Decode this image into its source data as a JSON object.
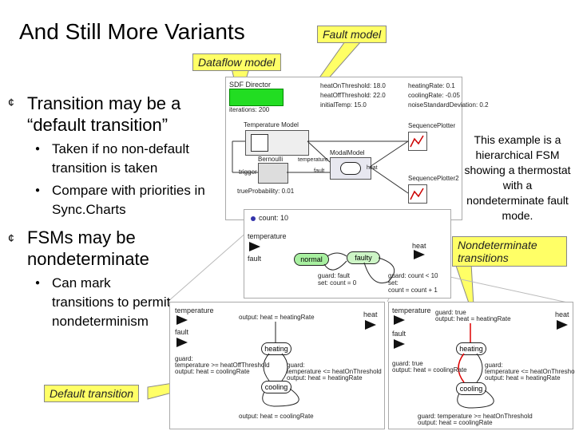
{
  "slide": {
    "title": "And Still More Variants",
    "callout_fault": "Fault model",
    "callout_dataflow": "Dataflow model",
    "callout_default": "Default transition",
    "callout_nondet": "Nondeterminate transitions",
    "bullets": [
      {
        "text": "Transition may be a “default transition”"
      },
      {
        "text": "FSMs may be nondeterminate"
      }
    ],
    "sub1": [
      "Taken if no non-default transition is taken",
      "Compare with priorities in Sync.Charts"
    ],
    "sub2": [
      "Can mark transitions to permit nondeterminism"
    ],
    "right_note": "This example is a hierarchical FSM showing a thermostat with a nondeterminate fault mode."
  },
  "dataflow": {
    "director": "SDF Director",
    "iterations": "iterations: 200",
    "params": [
      "heatOnThreshold: 18.0",
      "heatOffThreshold: 22.0",
      "initialTemp: 15.0",
      "heatingRate: 0.1",
      "coolingRate: -0.05",
      "noiseStandardDeviation: 0.2"
    ],
    "temperature_model": "Temperature Model",
    "bernoulli": "Bernoulli",
    "true_prob": "trueProbability: 0.01",
    "trigger": "trigger",
    "modal_model": "ModalModel",
    "seq1": "SequencePlotter",
    "seq2": "SequencePlotter2",
    "temperature": "temperature",
    "fault": "fault",
    "heat": "heat"
  },
  "fsm_mid": {
    "count": "count: 10",
    "temperature": "temperature",
    "fault": "fault",
    "heat": "heat",
    "normal": "normal",
    "faulty": "faulty",
    "guard1": "guard: fault",
    "set1": "set: count = 0",
    "guard2": "guard: count < 10",
    "set2": "set:",
    "set2b": "count = count + 1"
  },
  "fsm_left": {
    "temperature": "temperature",
    "fault": "fault",
    "heat": "heat",
    "out1": "output: heat = heatingRate",
    "heating": "heating",
    "cooling": "cooling",
    "guard1": "guard:",
    "guard1b": "temperature >= heatOffThreshold",
    "guard1c": "output: heat = coolingRate",
    "guard2": "guard:",
    "guard2b": "temperature <= heatOnThreshold",
    "guard2c": "output: heat = heatingRate",
    "out2": "output: heat = coolingRate"
  },
  "fsm_right": {
    "temperature": "temperature",
    "fault": "fault",
    "heat": "heat",
    "guard_top": "guard: true",
    "out_top": "output: heat = heatingRate",
    "heating": "heating",
    "cooling": "cooling",
    "guard_mid": "guard: true",
    "out_mid": "output: heat = coolingRate",
    "guard_r": "guard:",
    "guard_rb": "temperature <= heatOnThreshold",
    "guard_rc": "output: heat = heatingRate",
    "guard_bot": "guard: temperature >= heatOnThreshold",
    "out_bot": "output: heat = coolingRate"
  }
}
